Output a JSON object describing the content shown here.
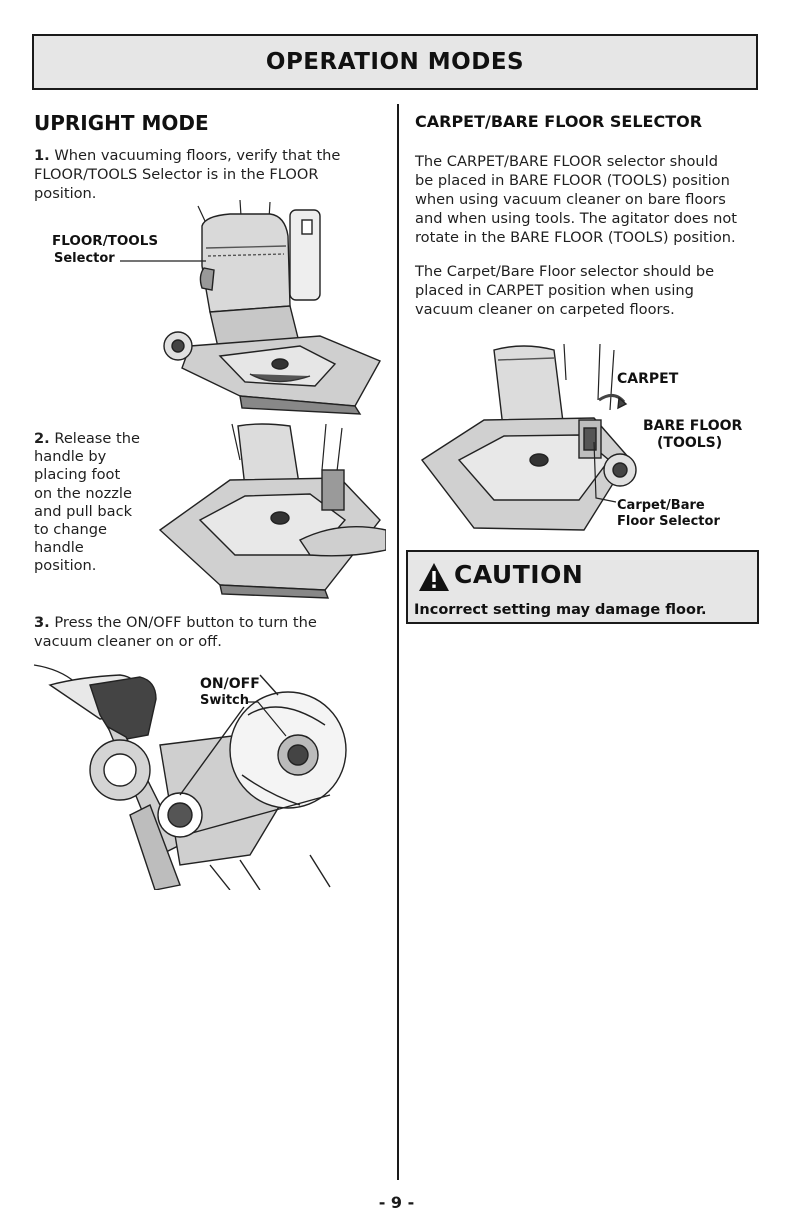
{
  "banner_title": "OPERATION MODES",
  "left": {
    "heading": "UPRIGHT MODE",
    "step1": {
      "num": "1.",
      "line1": "When vacuuming floors, verify that the",
      "line2": "FLOOR/TOOLS Selector is in the FLOOR",
      "line3": "position."
    },
    "fig1": {
      "label1": "FLOOR/TOOLS",
      "label2": "Selector"
    },
    "step2": {
      "num": "2.",
      "lines": [
        "Release the",
        "handle by",
        "placing foot",
        "on the nozzle",
        "and pull back",
        "to change",
        "handle",
        "position."
      ]
    },
    "step3": {
      "num": "3.",
      "line1": "Press the ON/OFF button to turn the",
      "line2": "vacuum cleaner on or off."
    },
    "fig3": {
      "label1": "ON/OFF",
      "label2": "Switch"
    }
  },
  "right": {
    "heading": "CARPET/BARE FLOOR SELECTOR",
    "para1": [
      "The CARPET/BARE FLOOR selector should",
      "be placed in BARE FLOOR (TOOLS) position",
      "when using vacuum cleaner on bare floors",
      "and when using tools. The agitator does not",
      "rotate in the BARE FLOOR (TOOLS) position."
    ],
    "para2": [
      "The Carpet/Bare Floor selector should be",
      "placed in CARPET position when using",
      "vacuum cleaner on carpeted floors."
    ],
    "fig": {
      "carpet": "CARPET",
      "bare1": "BARE FLOOR",
      "bare2": "(TOOLS)",
      "sel1": "Carpet/Bare",
      "sel2": "Floor Selector"
    },
    "caution": {
      "title": "CAUTION",
      "text": "Incorrect setting may damage floor."
    }
  },
  "page_number": "- 9 -"
}
